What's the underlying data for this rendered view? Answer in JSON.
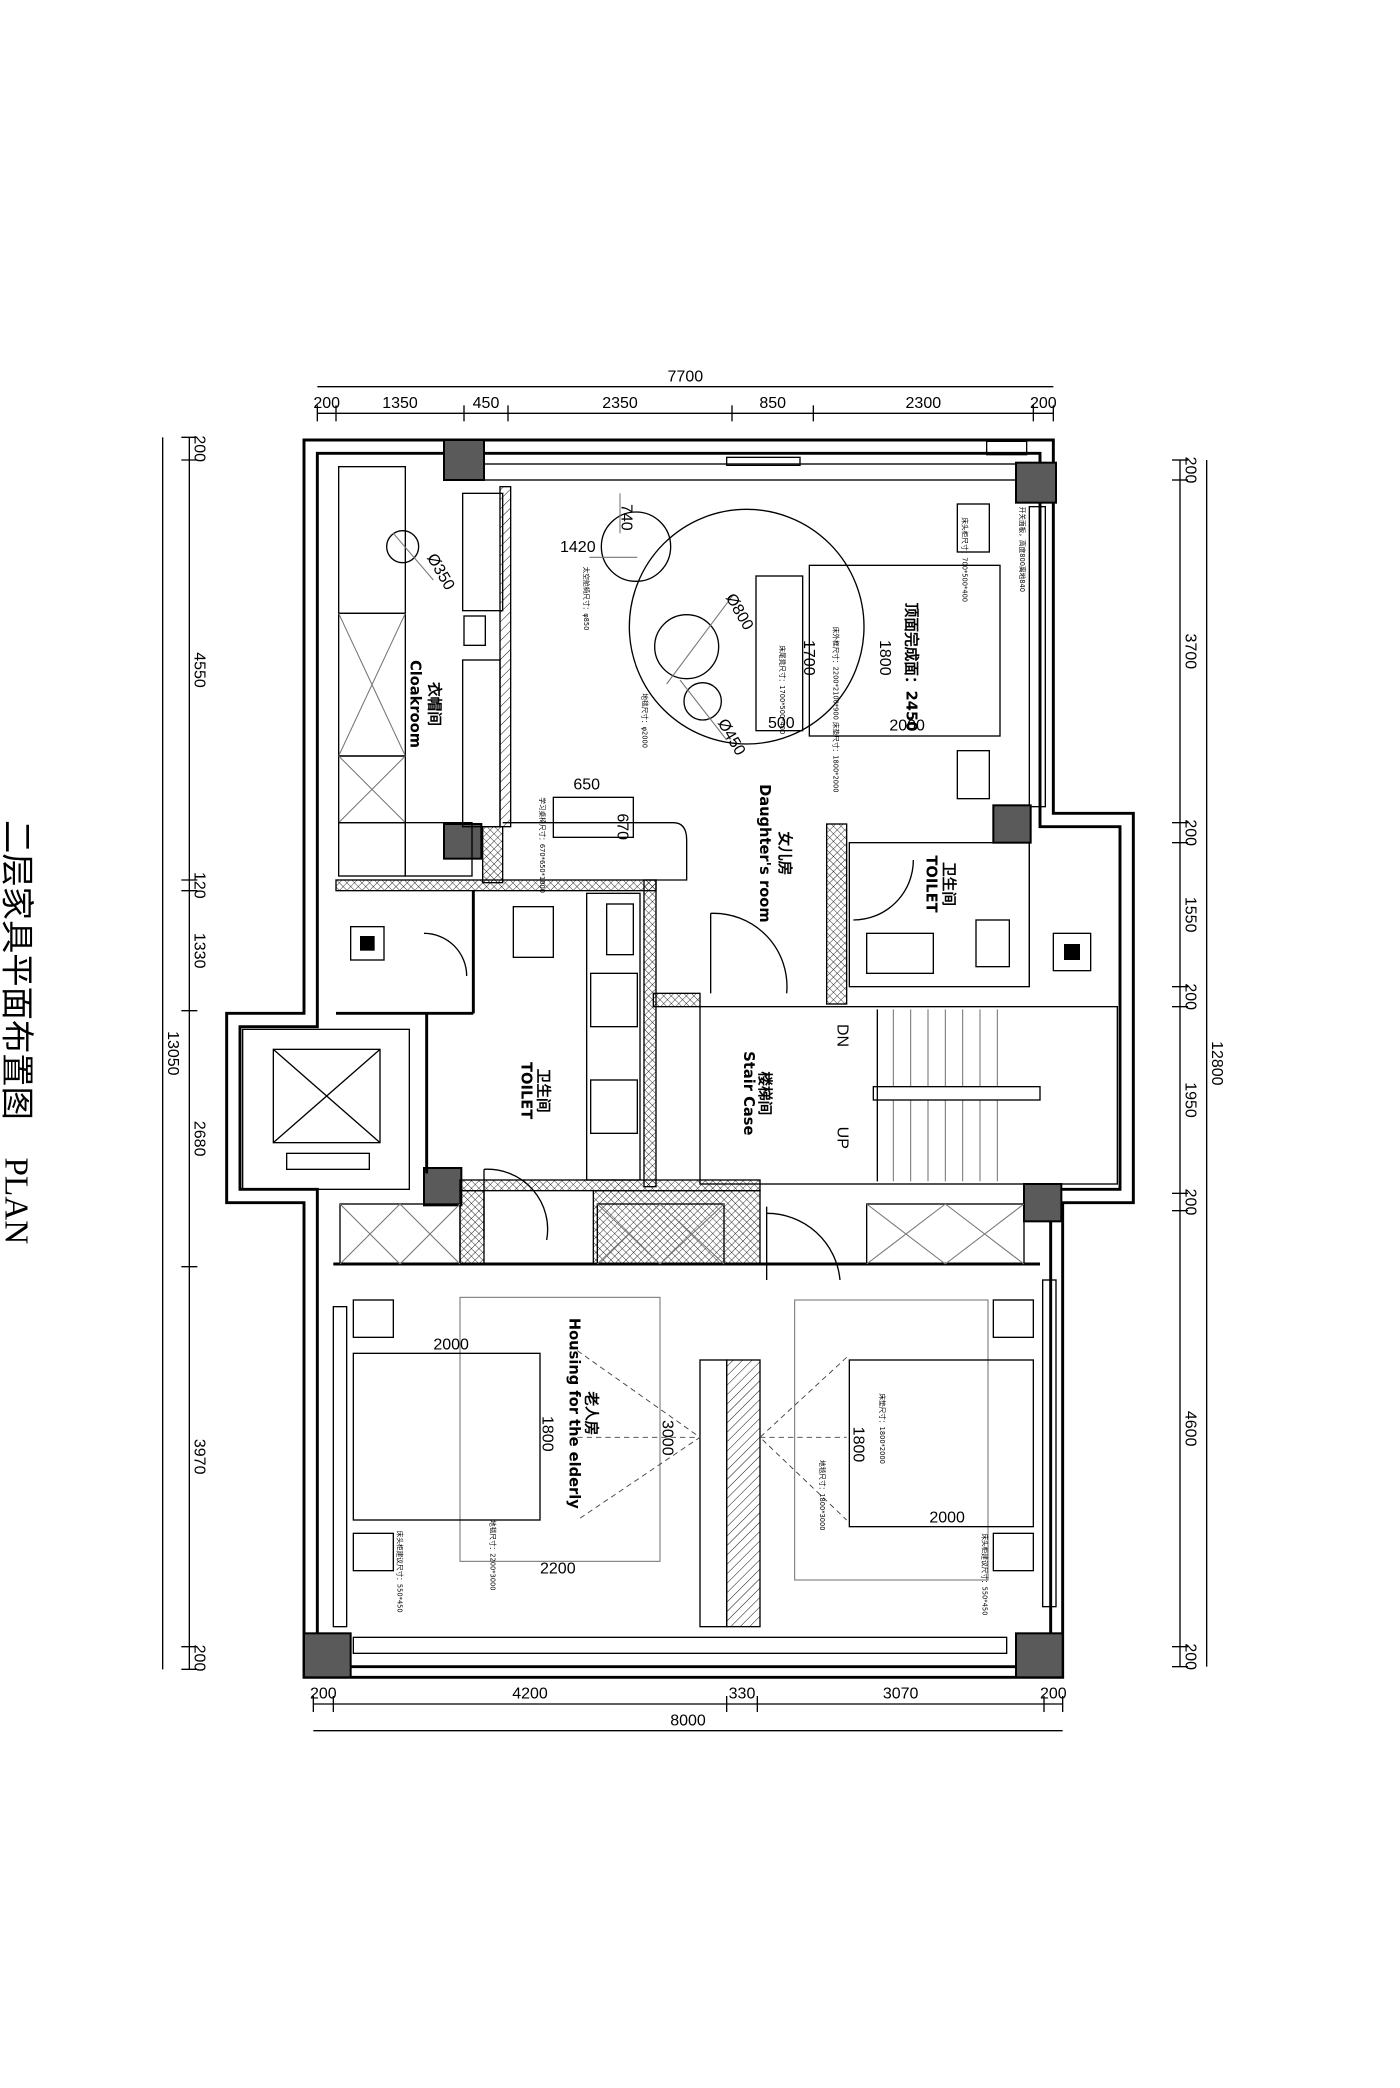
{
  "title": {
    "zh": "二层家具平面布置图",
    "en": "PLAN"
  },
  "dimensions": {
    "top_total": "7700",
    "top": [
      "200",
      "1350",
      "450",
      "2350",
      "850",
      "2300",
      "200"
    ],
    "bottom_total": "8000",
    "bottom": [
      "200",
      "4200",
      "330",
      "3070",
      "200"
    ],
    "left_total": "13050",
    "left": [
      "200",
      "4550",
      "120",
      "1330",
      "2680",
      "3970",
      "200"
    ],
    "right_total": "12800",
    "right": [
      "200",
      "3700",
      "200",
      "1550",
      "200",
      "1950",
      "200",
      "4600",
      "200"
    ]
  },
  "rooms": {
    "cloakroom": {
      "zh": "衣帽间",
      "en": "Cloakroom"
    },
    "daughter": {
      "zh": "女儿房",
      "en": "Daughter's room"
    },
    "toilet_center": {
      "zh": "卫生间",
      "en": "TOILET"
    },
    "toilet_right": {
      "zh": "卫生间",
      "en": "TOILET"
    },
    "stair": {
      "zh": "楼梯间",
      "en": "Stair Case",
      "dn": "DN",
      "up": "UP"
    },
    "elderly": {
      "zh": "老人房",
      "en": "Housing for the elderly"
    }
  },
  "annotations": {
    "d740": "740",
    "d1420": "1420",
    "phi350": "Ø350",
    "phi800": "Ø800",
    "phi450": "Ø450",
    "d1700": "1700",
    "d500": "500",
    "d1800a": "1800",
    "d2000a": "2000",
    "ceiling": "顶面完成面：2450",
    "d650": "650",
    "d670": "670",
    "d2000b": "2000",
    "d1800b": "1800",
    "d3000": "3000",
    "d2200": "2200",
    "d1800c": "1800",
    "d2000c": "2000",
    "note_rug": "地毯尺寸：φ2000",
    "note_bed": "床外框尺寸：2200*2100*900 床垫尺寸：1800*2000",
    "note_bench": "床尾凳尺寸：1700*500*400",
    "note_nightstand": "床头柜尺寸：700*500*400",
    "note_elderly_rug": "地毯尺寸：2200*3000",
    "note_elderly_nightstand": "床头柜建议尺寸：550*450",
    "note_right_bed": "床垫尺寸：1800*2000",
    "note_right_rug": "地毯尺寸：1800*3000",
    "note_right_nightstand": "床头柜建议尺寸：550*450",
    "note_desk": "学习桌椅尺寸：670*650*1000",
    "note_chair": "太空舱椅尺寸：φ850",
    "note_switch": "开关面板，高度800离地840"
  }
}
